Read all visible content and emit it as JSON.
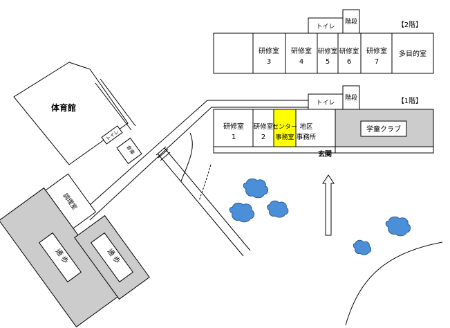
{
  "floor2": {
    "label": "【2階】",
    "toilet": "トイレ",
    "stairs": "階段",
    "rooms": [
      {
        "name": "研修室",
        "num": "3"
      },
      {
        "name": "研修室",
        "num": "4"
      },
      {
        "name": "研修室",
        "num": "5"
      },
      {
        "name": "研修室",
        "num": "6"
      },
      {
        "name": "研修室",
        "num": "7"
      }
    ],
    "multipurpose": "多目的室"
  },
  "floor1": {
    "label": "【1階】",
    "toilet": "トイレ",
    "stairs": "階段",
    "room1": {
      "name": "研修室",
      "num": "1"
    },
    "room2": {
      "name": "研修室",
      "num": "2"
    },
    "center_office": {
      "line1": "センター",
      "line2": "事務室"
    },
    "district_office": {
      "line1": "地区",
      "line2": "事務所"
    },
    "kids_club": "学童クラブ",
    "entrance": "玄関"
  },
  "gym": {
    "label": "体育館",
    "toilet": "トイレ",
    "storage": "倉庫"
  },
  "cooking_room": "調理室",
  "walkway1": "通 歩",
  "walkway2": "通 歩",
  "colors": {
    "gray": "#cccccc",
    "highlight": "#ffff00",
    "tree": "#4a8fd8",
    "tree_stroke": "#2a5a9a"
  }
}
